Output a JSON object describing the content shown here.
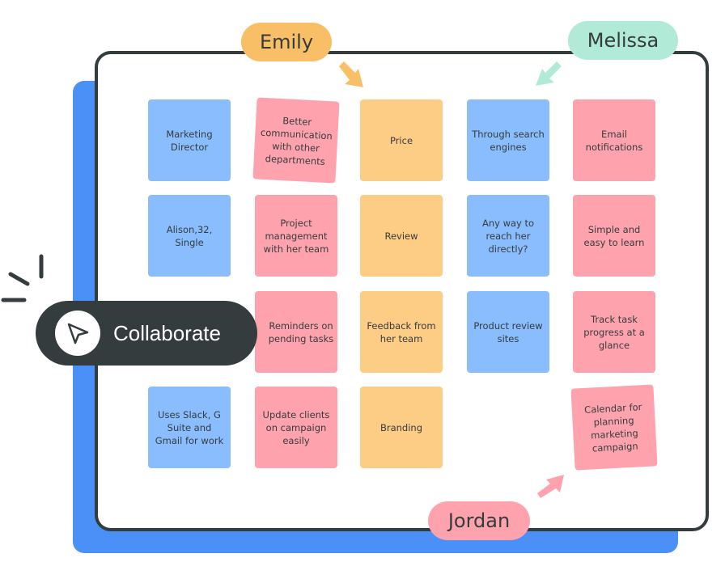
{
  "colors": {
    "board_back": "#4a90f7",
    "border": "#353c3e",
    "blue": "#89bdfd",
    "pink": "#fea3ae",
    "orange": "#fdcd86",
    "emily": "#f8bf66",
    "melissa": "#b2ead8",
    "jordan": "#fea3ae"
  },
  "users": {
    "emily": "Emily",
    "melissa": "Melissa",
    "jordan": "Jordan"
  },
  "collaborate": {
    "label": "Collaborate",
    "icon": "cursor-arrow-icon"
  },
  "notes": [
    {
      "text": "Marketing Director",
      "color": "blue"
    },
    {
      "text": "Better communication with other departments",
      "color": "pink"
    },
    {
      "text": "Price",
      "color": "orange"
    },
    {
      "text": "Through search engines",
      "color": "blue"
    },
    {
      "text": "Email notifications",
      "color": "pink"
    },
    {
      "text": "Alison,32, Single",
      "color": "blue"
    },
    {
      "text": "Project management with her team",
      "color": "pink"
    },
    {
      "text": "Review",
      "color": "orange"
    },
    {
      "text": "Any way to reach her directly?",
      "color": "blue"
    },
    {
      "text": "Simple and easy to learn",
      "color": "pink"
    },
    {
      "text": "Reminders on pending tasks",
      "color": "pink"
    },
    {
      "text": "Feedback from her team",
      "color": "orange"
    },
    {
      "text": "Product review sites",
      "color": "blue"
    },
    {
      "text": "Track task progress at a glance",
      "color": "pink"
    },
    {
      "text": "Uses Slack, G Suite and Gmail for work",
      "color": "blue"
    },
    {
      "text": "Update clients on campaign easily",
      "color": "pink"
    },
    {
      "text": "Branding",
      "color": "orange"
    },
    {
      "text": "Calendar for planning marketing campaign",
      "color": "pink"
    }
  ]
}
